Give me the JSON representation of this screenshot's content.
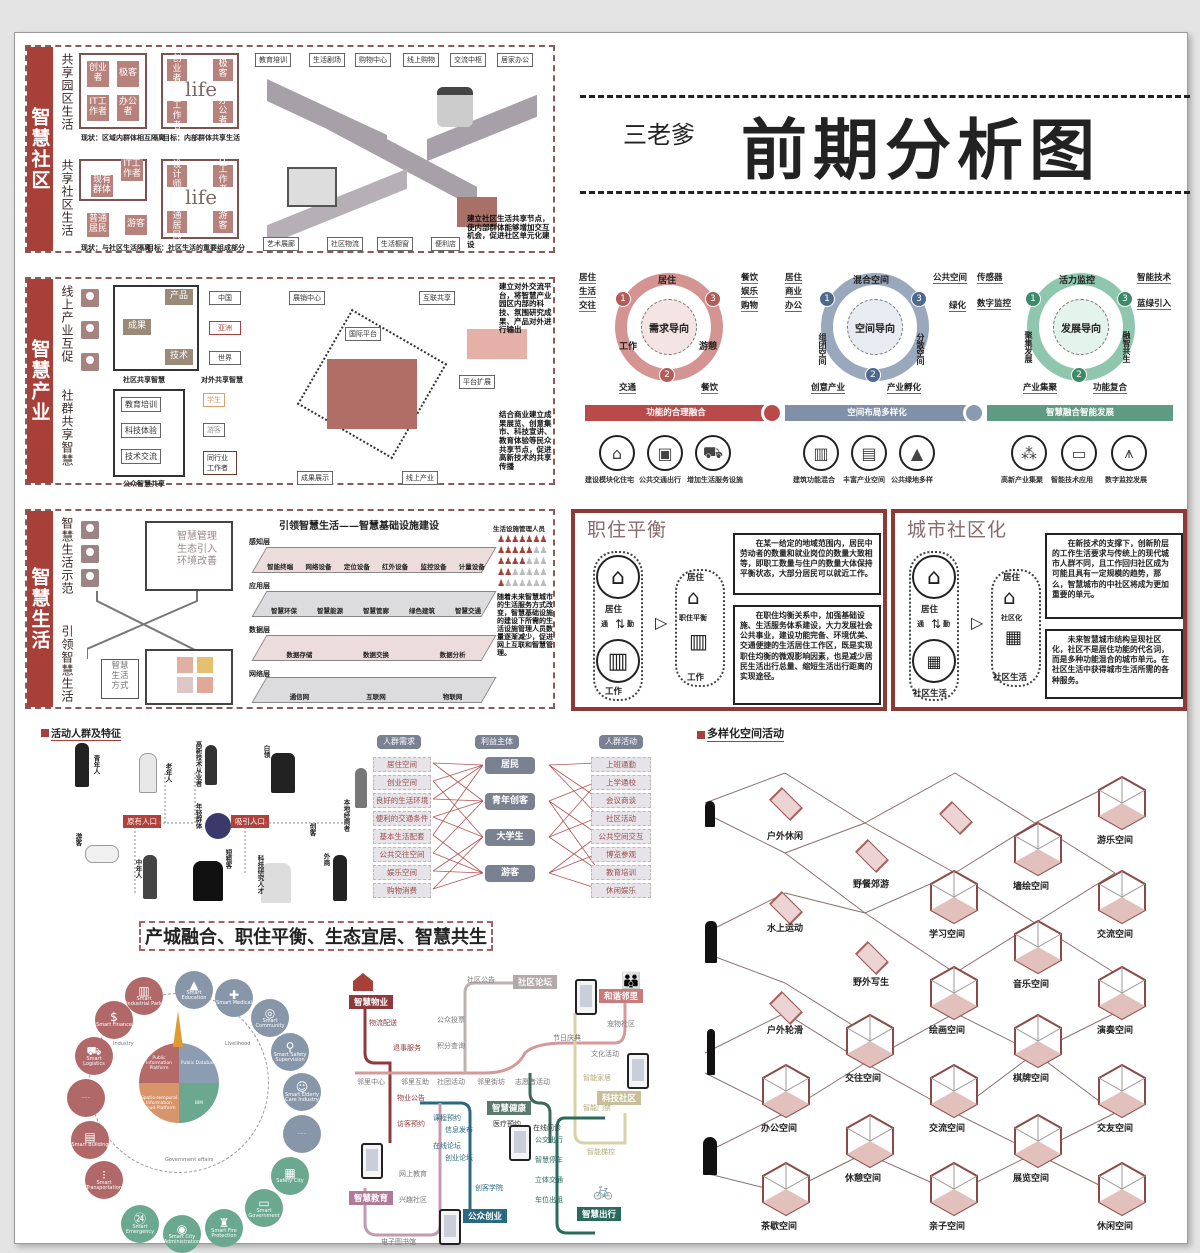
{
  "title": {
    "author": "三老爹",
    "main": "前期分析图"
  },
  "colors": {
    "accent_red": "#a8403a",
    "tile": "#b8827c",
    "blue": "#7f90a8",
    "green": "#5f9a82",
    "dark_frame": "#8c3a36"
  },
  "community": {
    "side_label": "智慧社区",
    "row1_label": "共享园区生活",
    "row2_label": "共享社区生活",
    "now1": {
      "tiles": [
        "创业者",
        "极客",
        "IT工作者",
        "办公者"
      ],
      "caption": "现状：区域内群体相互隔离"
    },
    "goal1": {
      "tiles": [
        "创业者",
        "极客",
        "IT工作者",
        "办公者"
      ],
      "center": "life",
      "caption": "目标：内部群体共享生活"
    },
    "now2": {
      "tiles": [
        "IT工作者",
        "现有群体",
        "普通居民",
        "游客"
      ],
      "caption": "现状：与社区生活隔离"
    },
    "goal2": {
      "tiles": [
        "设计师",
        "IT工作者",
        "普通居民",
        "游客"
      ],
      "center": "life",
      "caption": "目标：社区生活的重要组成部分"
    },
    "top_tags": [
      "教育培训",
      "生活剧场",
      "购物中心",
      "线上购物",
      "交流中枢",
      "居家办公"
    ],
    "bottom_tags": [
      "艺术展廊",
      "社区物流",
      "生活橱窗",
      "便利店"
    ],
    "note": "建立社区生活共享节点，使内部群体能够增加交互机会，促进社区单元化建设"
  },
  "industry": {
    "side_label": "智慧产业",
    "row1_label": "线上产业互促",
    "row2_label": "社群共享智慧",
    "left_tiles": [
      "产品",
      "成果",
      "技术"
    ],
    "left_caption": "社区共享智慧",
    "right_targets": [
      "中国",
      "亚洲",
      "世界"
    ],
    "right_caption": "对外共享智慧",
    "public_items": [
      "教育培训",
      "科技体验",
      "技术交流"
    ],
    "public_caption": "公众智慧共享",
    "public_targets": [
      "学生",
      "游客",
      "同行业工作者"
    ],
    "tags": [
      "展销中心",
      "国际平台",
      "互联共享",
      "平台扩展",
      "成果展示",
      "线上产业"
    ],
    "note_top": "建立对外交流平台，将智慧产业园区内部的科技、氛围研究成果、产品对外进行输出",
    "note_bottom": "结合商业建立成果展览、创意集市、科技宣讲、教育体验等民众共享节点，促进高新技术的共享传播"
  },
  "life": {
    "side_label": "智慧生活",
    "row1_label": "智慧生活示范",
    "row2_label": "引领智慧生活",
    "box_text": [
      "智慧管理",
      "生态引入",
      "环境改善"
    ],
    "lifestyle_text": [
      "智慧",
      "生活",
      "方式"
    ],
    "infra_title": "引领智慧生活——智慧基础设施建设",
    "layers": [
      {
        "name": "感知层",
        "items": [
          "智能终端",
          "网络设备",
          "定位设备",
          "红外设备",
          "监控设备",
          "计量设备"
        ]
      },
      {
        "name": "应用层",
        "items": [
          "智慧环保",
          "智慧能源",
          "智慧管廊",
          "绿色建筑",
          "智慧交通"
        ]
      },
      {
        "name": "数据层",
        "items": [
          "数据存储",
          "数据交换",
          "数据分析"
        ]
      },
      {
        "name": "网络层",
        "items": [
          "通信网",
          "互联网",
          "物联网"
        ]
      }
    ],
    "staff_title": "生活设施管理人员",
    "staff_rows": [
      7,
      5,
      4,
      2,
      1
    ],
    "note": "随着未来智慧城市的生活服务方式改变，智慧基础设施的建设下所需的生活设施管理人员数量逐渐减少，促进网上互联和智慧管理。"
  },
  "orientation": {
    "rings": [
      {
        "center": "需求导向",
        "arc_top": "居住",
        "arc_left": "工作",
        "arc_right": "游憩",
        "left": [
          "居住",
          "生活",
          "交往"
        ],
        "right": [
          "餐饮",
          "娱乐",
          "购物"
        ],
        "bottom_left": "交通",
        "bottom_right": "餐饮",
        "color": "#c97a78"
      },
      {
        "center": "空间导向",
        "arc_top": "混合空间",
        "arc_left": "组团空间",
        "arc_right": "分散空间",
        "left": [
          "居住",
          "商业",
          "办公"
        ],
        "right": [
          "公共空间",
          "绿化"
        ],
        "bottom_left": "创意产业",
        "bottom_right": "产业孵化",
        "color": "#8b9ab2"
      },
      {
        "center": "发展导向",
        "arc_top": "活力监控",
        "arc_left": "聚集发展",
        "arc_right": "融智共生",
        "left": [
          "传感器",
          "数字监控"
        ],
        "right": [
          "智能技术",
          "蓝绿引入"
        ],
        "bottom_left": "产业集聚",
        "bottom_right": "功能复合",
        "color": "#7fb8a0"
      }
    ],
    "bars": [
      "功能的合理融合",
      "空间布局多样化",
      "智慧融合智能发展"
    ],
    "icons": [
      {
        "label": "建设模块化住宅",
        "icon": "house-icon",
        "glyph": "⌂"
      },
      {
        "label": "公共交通出行",
        "icon": "train-icon",
        "glyph": "🚆"
      },
      {
        "label": "增加生活服务设施",
        "icon": "cart-icon",
        "glyph": "🛒"
      },
      {
        "label": "建筑功能混合",
        "icon": "buildings-icon",
        "glyph": "▥"
      },
      {
        "label": "丰富产业空间",
        "icon": "office-icon",
        "glyph": "▤"
      },
      {
        "label": "公共绿地多样",
        "icon": "tree-icon",
        "glyph": "▲"
      },
      {
        "label": "高新产业集聚",
        "icon": "network-icon",
        "glyph": "⁂"
      },
      {
        "label": "智能技术应用",
        "icon": "laptop-icon",
        "glyph": "▭"
      },
      {
        "label": "数字监控发展",
        "icon": "tower-icon",
        "glyph": "⩚"
      }
    ]
  },
  "balance": {
    "title": "职住平衡",
    "home": "居住",
    "work": "工作",
    "commute": [
      "通",
      "勤"
    ],
    "merged": "职住平衡",
    "text1": "在某一给定的地域范围内，居民中劳动者的数量和就业岗位的数量大致相等，即职工数量与住户的数量大体保持平衡状态，大部分居民可以就近工作。",
    "text2": "在职住均衡关系中，加强基础设施、生活服务体系建设，大力发展社会公共事业，建设功能完备、环境优美、交通便捷的生活居住工作区，既是实现职住均衡的微观影响因素，也是减少居民生活出行总量、缩短生活出行距离的实现途径。"
  },
  "community_unit": {
    "title": "城市社区化",
    "home": "居住",
    "life": "社区生活",
    "commute": [
      "通",
      "勤"
    ],
    "merged": "社区化",
    "text1": "在新技术的支撑下，创新阶层的工作生活要求与传统上的现代城市人群不同，且工作回归社区成为可能且具有一定规模的趋势，那么，智慧城市的中社区将成为更加重要的单元。",
    "text2": "未来智慧城市结构呈现社区化，社区不是居住功能的代名词，而是多种功能混合的城市单元。在社区生活中获得城市生活所需的各种服务。"
  },
  "crowd": {
    "title": "活动人群及特征",
    "groups": [
      "原有人口",
      "吸引人口"
    ],
    "people": [
      "青年人",
      "老年人",
      "高新技术从业者",
      "白领",
      "本地经商者",
      "年轻群体",
      "中年人",
      "游客",
      "短租客",
      "科技研究人才",
      "外商",
      "创客"
    ]
  },
  "stakeholders": {
    "headers": [
      "人群需求",
      "利益主体",
      "人群活动"
    ],
    "needs": [
      "居住空间",
      "创业空间",
      "良好的生活环境",
      "便利的交通条件",
      "基本生活配套",
      "公共交往空间",
      "娱乐空间",
      "购物消费"
    ],
    "actors": [
      "居民",
      "青年创客",
      "大学生",
      "游客"
    ],
    "activities": [
      "上班通勤",
      "上学通校",
      "会议商谈",
      "社区活动",
      "公共空间交互",
      "博览参观",
      "教育培训",
      "休闲娱乐"
    ]
  },
  "smart_wheel": {
    "headline": "产城融合、职住平衡、生态宜居、智慧共生",
    "sectors": [
      "Public Information Platform",
      "Public Database",
      "Spatio-temporal Information Cloud Platform",
      "BIM"
    ],
    "rings": [
      "Industry",
      "Livelihood",
      "Government affairs"
    ],
    "nodes_red": [
      "Smart Industrial Park",
      "Smart Finance",
      "Smart Logistics",
      "......",
      "Smart Building",
      "Smart Transportation"
    ],
    "nodes_blue": [
      "Smart Education",
      "Smart Medical",
      "Smart Community",
      "Smart Safety Supervision",
      "Smart Elderly Care Industry",
      "......"
    ],
    "nodes_green": [
      "Safety City",
      "Smart Government",
      "Smart Fire Protection",
      "Smart City Administration",
      "Smart Emergency",
      "......"
    ]
  },
  "metro": {
    "lines": [
      "智慧物业",
      "社区论坛",
      "和谐邻里",
      "科技社区",
      "智慧健康",
      "智慧教育",
      "公众创业",
      "智慧出行"
    ],
    "stops": {
      "property": [
        "物流配送",
        "退事服务",
        "物业公告",
        "访客预约"
      ],
      "forum": [
        "社区公告",
        "公众投票",
        "积分查询"
      ],
      "neighbor": [
        "节日庆典",
        "宠物社区",
        "文化活动"
      ],
      "main": [
        "邻里中心",
        "邻里互助",
        "社团活动",
        "邻里街坊",
        "志愿者活动"
      ],
      "tech": [
        "智能家居",
        "智能门禁",
        "智能梯控"
      ],
      "health": [
        "医疗预约",
        "在线问诊"
      ],
      "startup": [
        "课程预约",
        "信息发布",
        "在线论坛",
        "创业论坛",
        "创客学院"
      ],
      "edu": [
        "网上教育",
        "兴趣社区",
        "电子图书馆"
      ],
      "travel": [
        "公交出行",
        "智慧停车",
        "立体交通",
        "车位出租"
      ]
    }
  },
  "spaces": {
    "title": "多样化空间活动",
    "outdoor": [
      "户外休闲",
      "水上运动",
      "户外轮滑",
      "野餐郊游",
      "野外写生"
    ],
    "rooms": [
      "墙绘空间",
      "游乐空间",
      "学习空间",
      "交流空间",
      "音乐空间",
      "绘画空间",
      "演奏空间",
      "交往空间",
      "棋牌空间",
      "办公空间",
      "交流空间",
      "交友空间",
      "休憩空间",
      "展览空间",
      "茶歇空间",
      "亲子空间",
      "休闲空间"
    ]
  }
}
